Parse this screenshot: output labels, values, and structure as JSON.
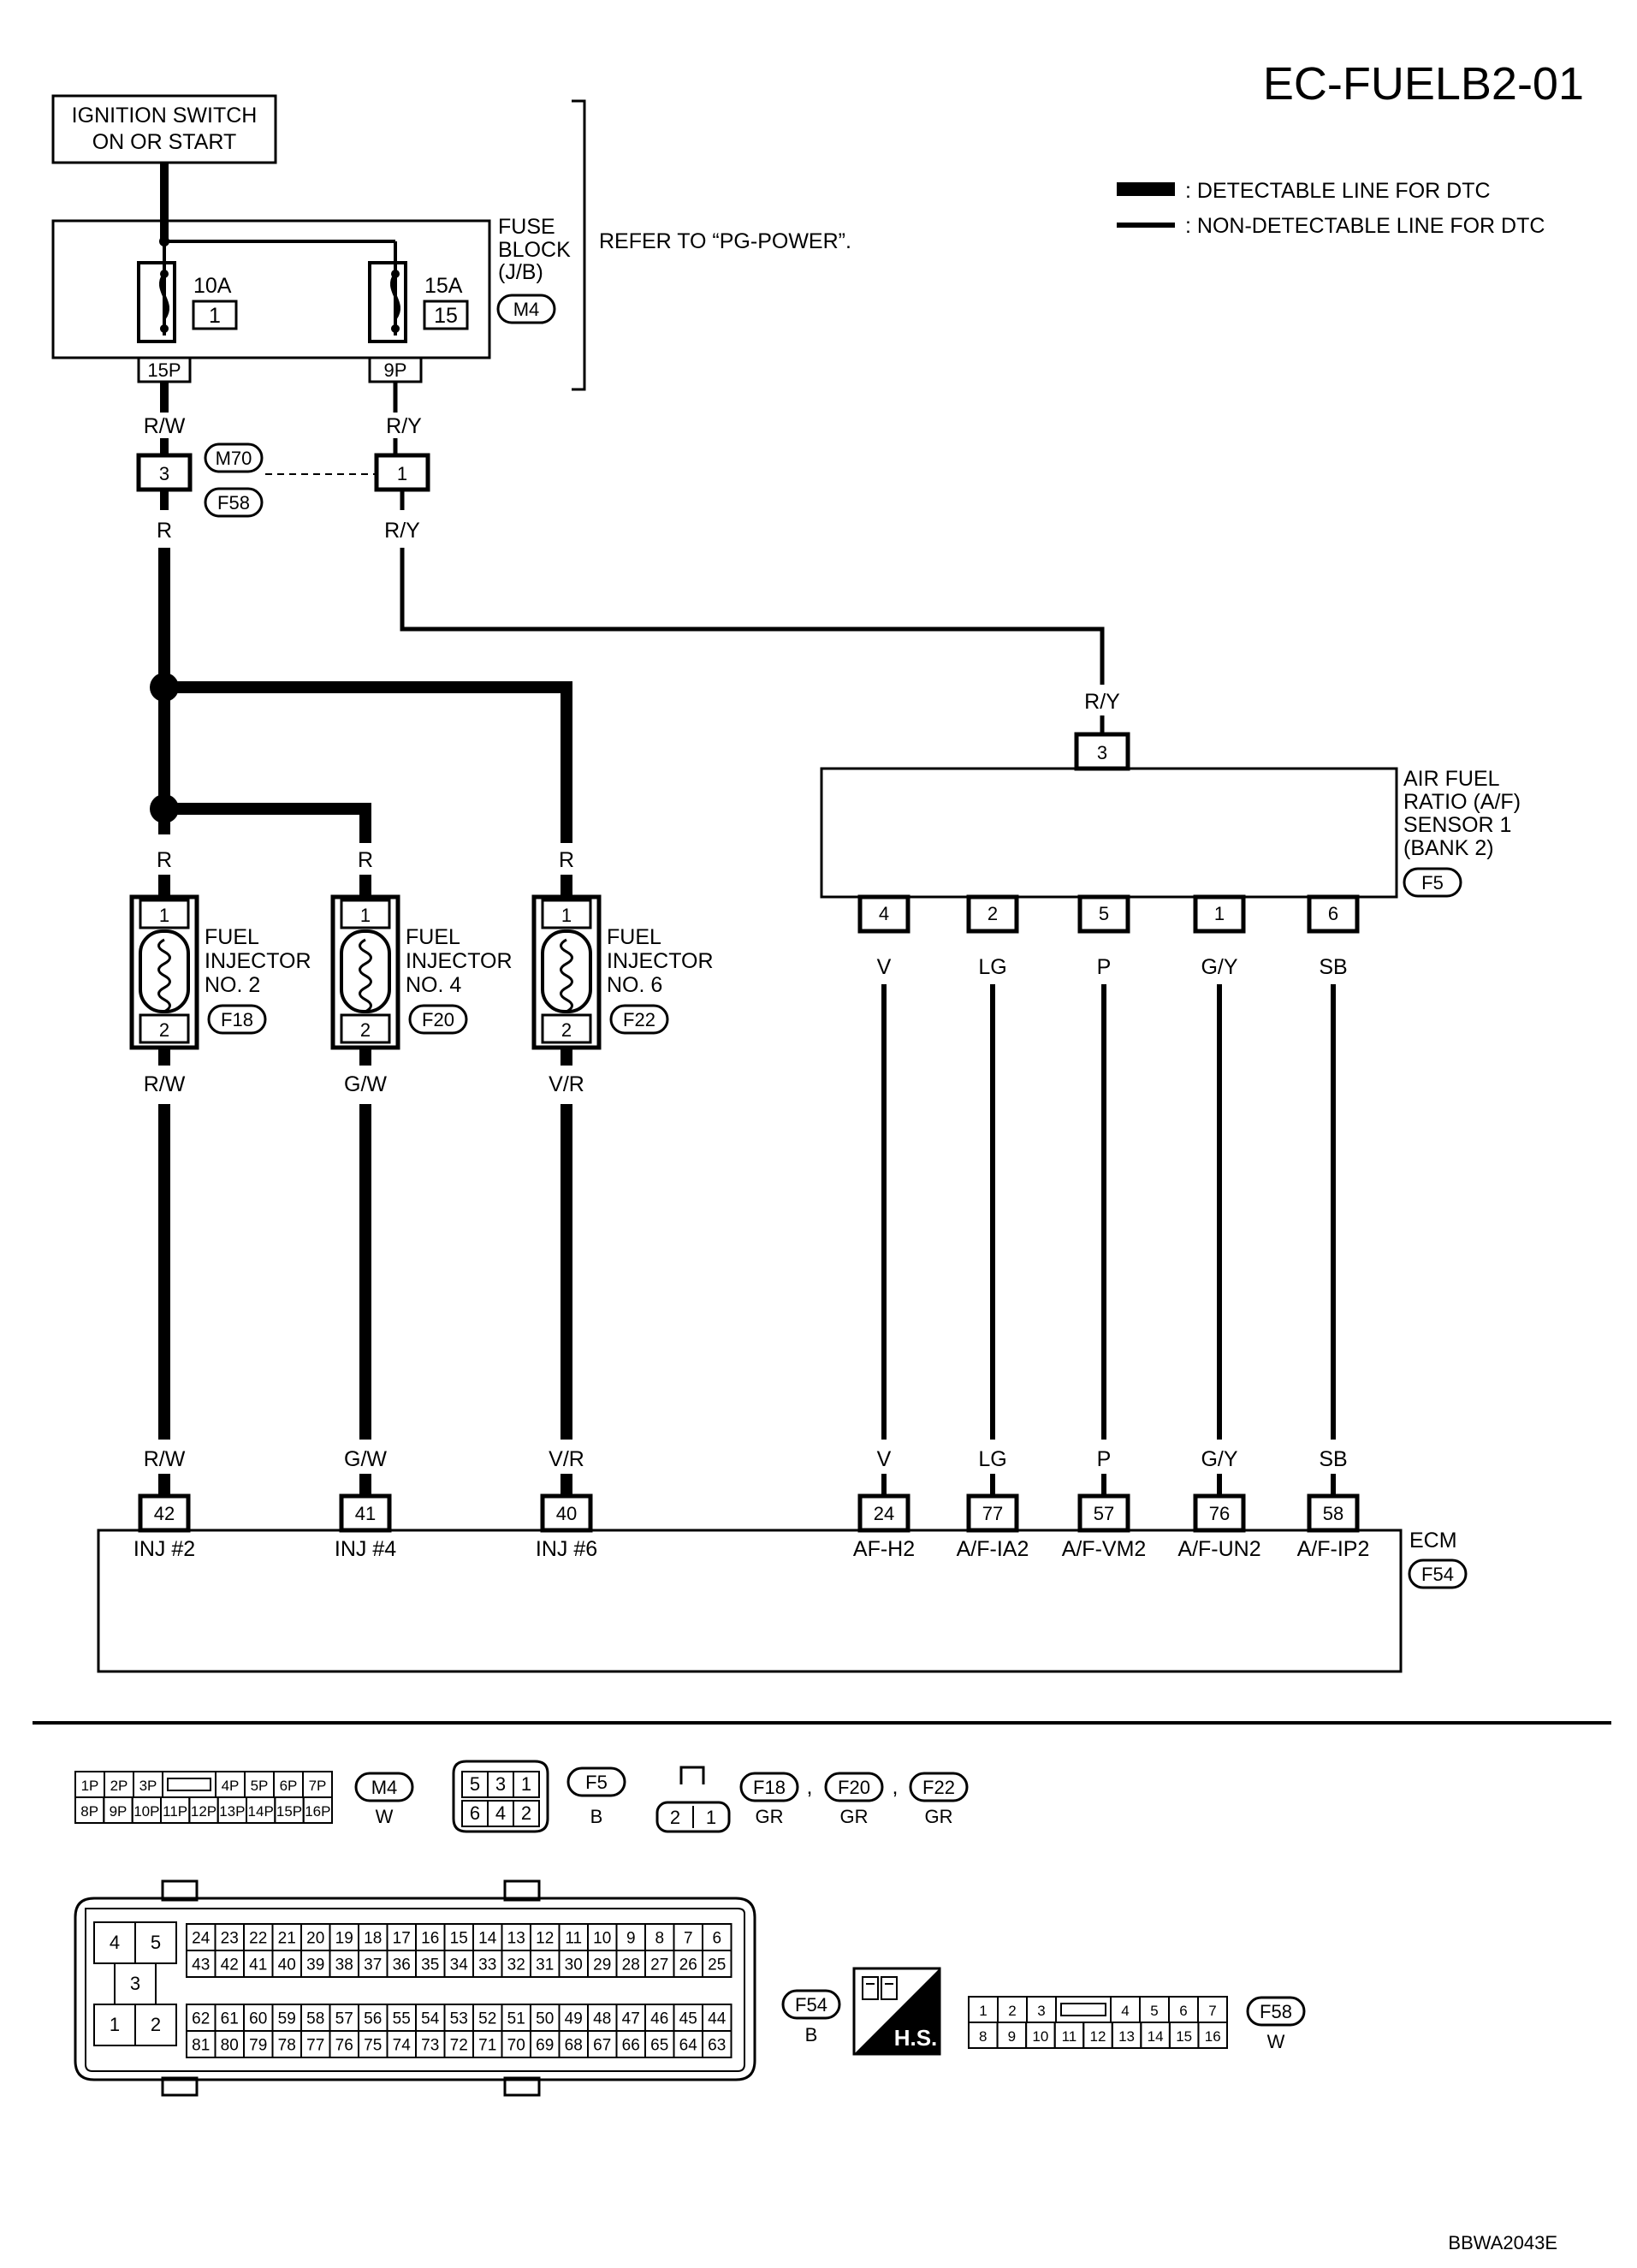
{
  "page_id": "EC-FUELB2-01",
  "legend": {
    "detectable": ": DETECTABLE LINE FOR DTC",
    "non_detectable": ": NON-DETECTABLE LINE FOR DTC"
  },
  "ignition_switch": [
    "IGNITION SWITCH",
    "ON OR START"
  ],
  "fuse_block": {
    "label": [
      "FUSE",
      "BLOCK",
      "(J/B)"
    ],
    "connector": "M4",
    "refer": "REFER TO “PG-POWER”.",
    "fuses": [
      {
        "amp": "10A",
        "num": "1",
        "pin": "15P"
      },
      {
        "amp": "15A",
        "num": "15",
        "pin": "9P"
      }
    ]
  },
  "junction": {
    "connector_top": "M70",
    "connector_bottom": "F58",
    "pin_left": "3",
    "pin_right": "1"
  },
  "wires": {
    "rw": "R/W",
    "ry": "R/Y",
    "r": "R",
    "gw": "G/W",
    "vr": "V/R",
    "v": "V",
    "lg": "LG",
    "p": "P",
    "gy": "G/Y",
    "sb": "SB"
  },
  "injectors": [
    {
      "name": [
        "FUEL",
        "INJECTOR",
        "NO. 2"
      ],
      "connector": "F18",
      "pin_top": "1",
      "pin_bottom": "2",
      "wire_out": "R/W",
      "ecm_pin": "42",
      "ecm_label": "INJ #2"
    },
    {
      "name": [
        "FUEL",
        "INJECTOR",
        "NO. 4"
      ],
      "connector": "F20",
      "pin_top": "1",
      "pin_bottom": "2",
      "wire_out": "G/W",
      "ecm_pin": "41",
      "ecm_label": "INJ #4"
    },
    {
      "name": [
        "FUEL",
        "INJECTOR",
        "NO. 6"
      ],
      "connector": "F22",
      "pin_top": "1",
      "pin_bottom": "2",
      "wire_out": "V/R",
      "ecm_pin": "40",
      "ecm_label": "INJ #6"
    }
  ],
  "af_sensor": {
    "name": [
      "AIR FUEL",
      "RATIO (A/F)",
      "SENSOR 1",
      "(BANK 2)"
    ],
    "connector": "F5",
    "pin_top": "3",
    "pins": [
      {
        "pin": "4",
        "wire": "V",
        "ecm_pin": "24",
        "ecm_label": "AF-H2"
      },
      {
        "pin": "2",
        "wire": "LG",
        "ecm_pin": "77",
        "ecm_label": "A/F-IA2"
      },
      {
        "pin": "5",
        "wire": "P",
        "ecm_pin": "57",
        "ecm_label": "A/F-VM2"
      },
      {
        "pin": "1",
        "wire": "G/Y",
        "ecm_pin": "76",
        "ecm_label": "A/F-UN2"
      },
      {
        "pin": "6",
        "wire": "SB",
        "ecm_pin": "58",
        "ecm_label": "A/F-IP2"
      }
    ]
  },
  "ecm": {
    "label": "ECM",
    "connector": "F54"
  },
  "connector_views": {
    "m4": {
      "id": "M4",
      "color": "W",
      "top": [
        "1P",
        "2P",
        "3P",
        "",
        "4P",
        "5P",
        "6P",
        "7P"
      ],
      "bottom": [
        "8P",
        "9P",
        "10P",
        "11P",
        "12P",
        "13P",
        "14P",
        "15P",
        "16P"
      ]
    },
    "f5": {
      "id": "F5",
      "color": "B",
      "top": [
        "5",
        "3",
        "1"
      ],
      "bottom": [
        "6",
        "4",
        "2"
      ]
    },
    "inj": {
      "ids": [
        "F18",
        "F20",
        "F22"
      ],
      "colors": [
        "GR",
        "GR",
        "GR"
      ],
      "pins": [
        "2",
        "1"
      ],
      "sep": ","
    },
    "f54": {
      "id": "F54",
      "color": "B",
      "left_top": [
        "4",
        "5"
      ],
      "left_mid": "3",
      "left_bottom": [
        "1",
        "2"
      ],
      "row1": [
        "24",
        "23",
        "22",
        "21",
        "20",
        "19",
        "18",
        "17",
        "16",
        "15",
        "14",
        "13",
        "12",
        "11",
        "10",
        "9",
        "8",
        "7",
        "6"
      ],
      "row2": [
        "43",
        "42",
        "41",
        "40",
        "39",
        "38",
        "37",
        "36",
        "35",
        "34",
        "33",
        "32",
        "31",
        "30",
        "29",
        "28",
        "27",
        "26",
        "25"
      ],
      "row3": [
        "62",
        "61",
        "60",
        "59",
        "58",
        "57",
        "56",
        "55",
        "54",
        "53",
        "52",
        "51",
        "50",
        "49",
        "48",
        "47",
        "46",
        "45",
        "44"
      ],
      "row4": [
        "81",
        "80",
        "79",
        "78",
        "77",
        "76",
        "75",
        "74",
        "73",
        "72",
        "71",
        "70",
        "69",
        "68",
        "67",
        "66",
        "65",
        "64",
        "63"
      ]
    },
    "hs": "H.S.",
    "f58": {
      "id": "F58",
      "color": "W",
      "top": [
        "1",
        "2",
        "3",
        "",
        "4",
        "5",
        "6",
        "7"
      ],
      "bottom": [
        "8",
        "9",
        "10",
        "11",
        "12",
        "13",
        "14",
        "15",
        "16"
      ]
    }
  },
  "figure_code": "BBWA2043E"
}
